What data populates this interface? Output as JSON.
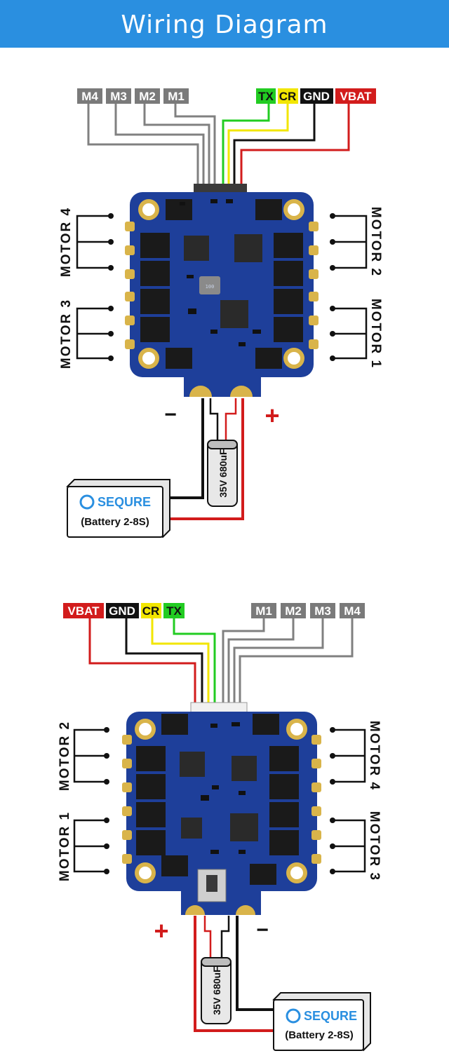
{
  "header": {
    "title": "Wiring Diagram"
  },
  "diagram_top": {
    "motor_pads": [
      "M4",
      "M3",
      "M2",
      "M1"
    ],
    "power_pads": [
      {
        "label": "TX",
        "color": "#22cc22"
      },
      {
        "label": "CR",
        "color": "#f2e600"
      },
      {
        "label": "GND",
        "color": "#111111"
      },
      {
        "label": "VBAT",
        "color": "#d21c1c"
      }
    ],
    "motor_left_top": "MOTOR 4",
    "motor_left_bottom": "MOTOR 3",
    "motor_right_top": "MOTOR 2",
    "motor_right_bottom": "MOTOR 1",
    "minus_sign": "−",
    "plus_sign": "+",
    "capacitor": "35V 680uF",
    "battery_brand": "SEQURE",
    "battery_label": "(Battery 2-8S)"
  },
  "diagram_bottom": {
    "power_pads": [
      {
        "label": "VBAT",
        "color": "#d21c1c"
      },
      {
        "label": "GND",
        "color": "#111111"
      },
      {
        "label": "CR",
        "color": "#f2e600"
      },
      {
        "label": "TX",
        "color": "#22cc22"
      }
    ],
    "motor_pads": [
      "M1",
      "M2",
      "M3",
      "M4"
    ],
    "motor_left_top": "MOTOR 2",
    "motor_left_bottom": "MOTOR 1",
    "motor_right_top": "MOTOR 4",
    "motor_right_bottom": "MOTOR 3",
    "plus_sign": "+",
    "minus_sign": "−",
    "capacitor": "35V 680uF",
    "battery_brand": "SEQURE",
    "battery_label": "(Battery 2-8S)"
  },
  "colors": {
    "header": "#2a8fe0",
    "wire_gray": "#808080",
    "wire_red": "#d21c1c",
    "wire_black": "#111111",
    "wire_yellow": "#f2e600",
    "wire_green": "#22cc22",
    "board_blue": "#1e3f9a"
  }
}
